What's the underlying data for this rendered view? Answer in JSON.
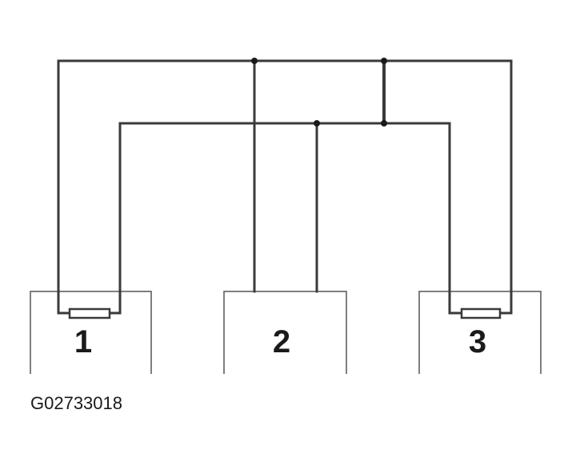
{
  "components": [
    {
      "id": "1",
      "label": "1",
      "has_resistor": true
    },
    {
      "id": "2",
      "label": "2",
      "has_resistor": false
    },
    {
      "id": "3",
      "label": "3",
      "has_resistor": true
    }
  ],
  "figure_id": "G02733018",
  "colors": {
    "line": "#3a3a3a",
    "box_stroke": "#555555",
    "text": "#1a1a1a",
    "background": "#ffffff"
  }
}
